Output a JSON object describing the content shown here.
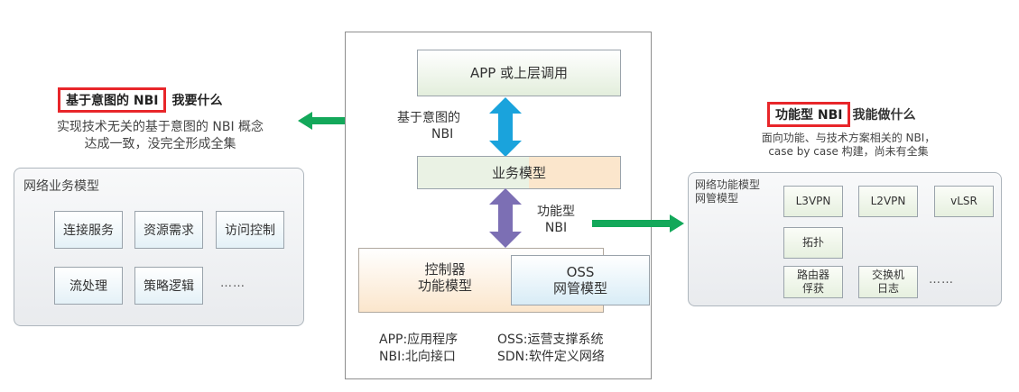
{
  "left": {
    "title_highlight": "基于意图的 NBI",
    "title_rest": "我要什么",
    "desc_line1": "实现技术无关的基于意图的 NBI 概念",
    "desc_line2": "达成一致，没完全形成全集",
    "panel_title": "网络业务模型",
    "items": [
      "连接服务",
      "资源需求",
      "访问控制",
      "流处理",
      "策略逻辑"
    ],
    "ellipsis": "……"
  },
  "center": {
    "app_box": "APP 或上层调用",
    "intent_nbi_line1": "基于意图的",
    "intent_nbi_line2": "NBI",
    "business_model": "业务模型",
    "func_nbi_line1": "功能型",
    "func_nbi_line2": "NBI",
    "controller_line1": "控制器",
    "controller_line2": "功能模型",
    "oss_line1": "OSS",
    "oss_line2": "网管模型",
    "legend": {
      "app": "APP:应用程序",
      "oss": "OSS:运营支撑系统",
      "nbi": "NBI:北向接口",
      "sdn": "SDN:软件定义网络"
    }
  },
  "right": {
    "title_highlight": "功能型 NBI",
    "title_rest": "我能做什么",
    "desc_line1": "面向功能、与技术方案相关的 NBI，",
    "desc_line2": "case by case 构建，尚未有全集",
    "panel_title_line1": "网络功能模型",
    "panel_title_line2": "网管模型",
    "items": [
      "L3VPN",
      "L2VPN",
      "vLSR",
      "拓扑"
    ],
    "router_line1": "路由器",
    "router_line2": "俘获",
    "switch_line1": "交换机",
    "switch_line2": "日志",
    "ellipsis": "……"
  },
  "colors": {
    "highlight_border": "#e8262a",
    "arrow_green": "#13a85a",
    "arrow_blue": "#1aa3dc",
    "arrow_purple": "#7c6fb4"
  }
}
